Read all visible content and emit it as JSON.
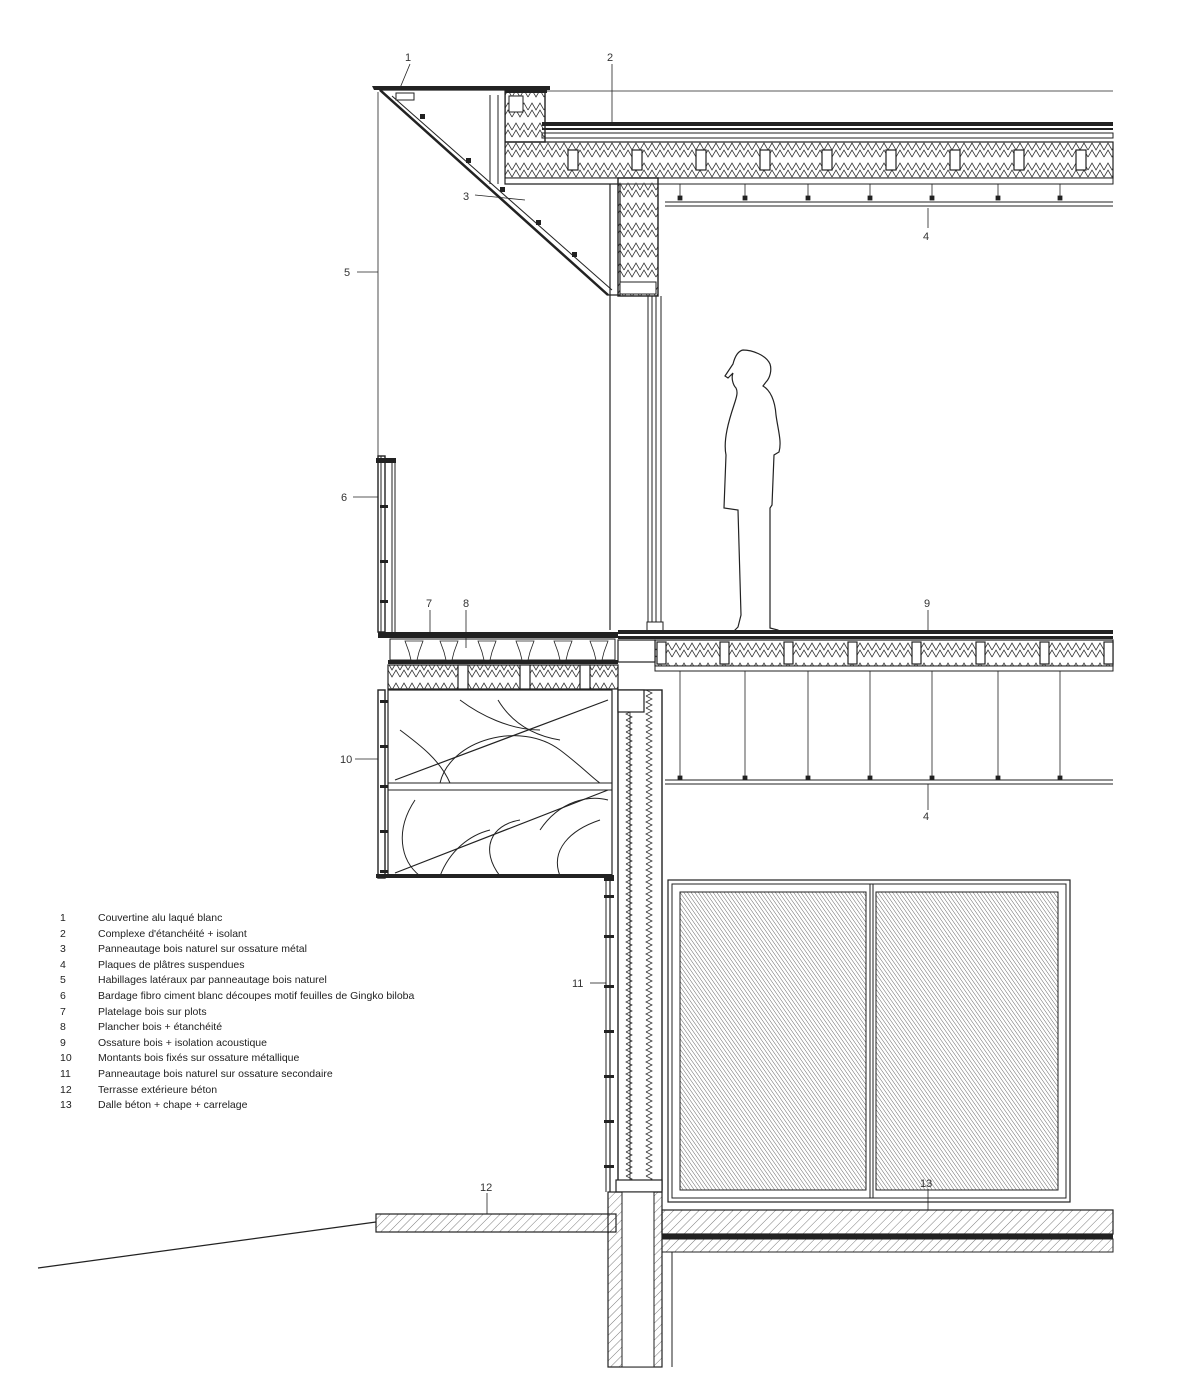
{
  "callouts": [
    "1",
    "2",
    "3",
    "4",
    "5",
    "6",
    "7",
    "8",
    "9",
    "10",
    "11",
    "12",
    "13"
  ],
  "ceiling_callout_repeat": "4",
  "legend": [
    {
      "num": "1",
      "text": "Couvertine alu laqué blanc"
    },
    {
      "num": "2",
      "text": "Complexe d'étanchéité + isolant"
    },
    {
      "num": "3",
      "text": "Panneautage bois naturel sur ossature métal"
    },
    {
      "num": "4",
      "text": "Plaques de plâtres suspendues"
    },
    {
      "num": "5",
      "text": "Habillages latéraux par panneautage bois naturel"
    },
    {
      "num": "6",
      "text": "Bardage fibro ciment blanc découpes motif feuilles de Gingko biloba"
    },
    {
      "num": "7",
      "text": "Platelage bois sur plots"
    },
    {
      "num": "8",
      "text": "Plancher bois + étanchéité"
    },
    {
      "num": "9",
      "text": "Ossature bois + isolation acoustique"
    },
    {
      "num": "10",
      "text": "Montants bois fixés sur ossature métallique"
    },
    {
      "num": "11",
      "text": "Panneautage bois naturel sur ossature secondaire"
    },
    {
      "num": "12",
      "text": "Terrasse extérieure béton"
    },
    {
      "num": "13",
      "text": "Dalle béton + chape + carrelage"
    }
  ]
}
